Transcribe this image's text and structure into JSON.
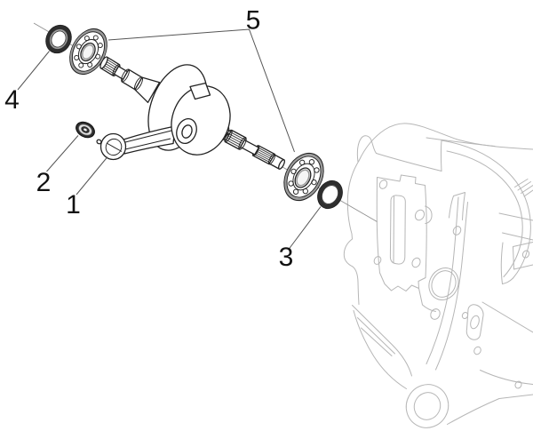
{
  "diagram": {
    "kind": "exploded-parts-diagram",
    "subject": "crankshaft-assembly-with-crankcase",
    "background": "#ffffff",
    "colors": {
      "background": "#ffffff",
      "part_line": "#222222",
      "case_line": "#b6b6b6",
      "leader_line": "#555555",
      "label_color": "#111111",
      "seal_dark": "#2e2e2e",
      "shading_gray": "#9a9a9a"
    },
    "callouts": [
      {
        "number": "1"
      },
      {
        "number": "2"
      },
      {
        "number": "3"
      },
      {
        "number": "4"
      },
      {
        "number": "5"
      }
    ]
  }
}
